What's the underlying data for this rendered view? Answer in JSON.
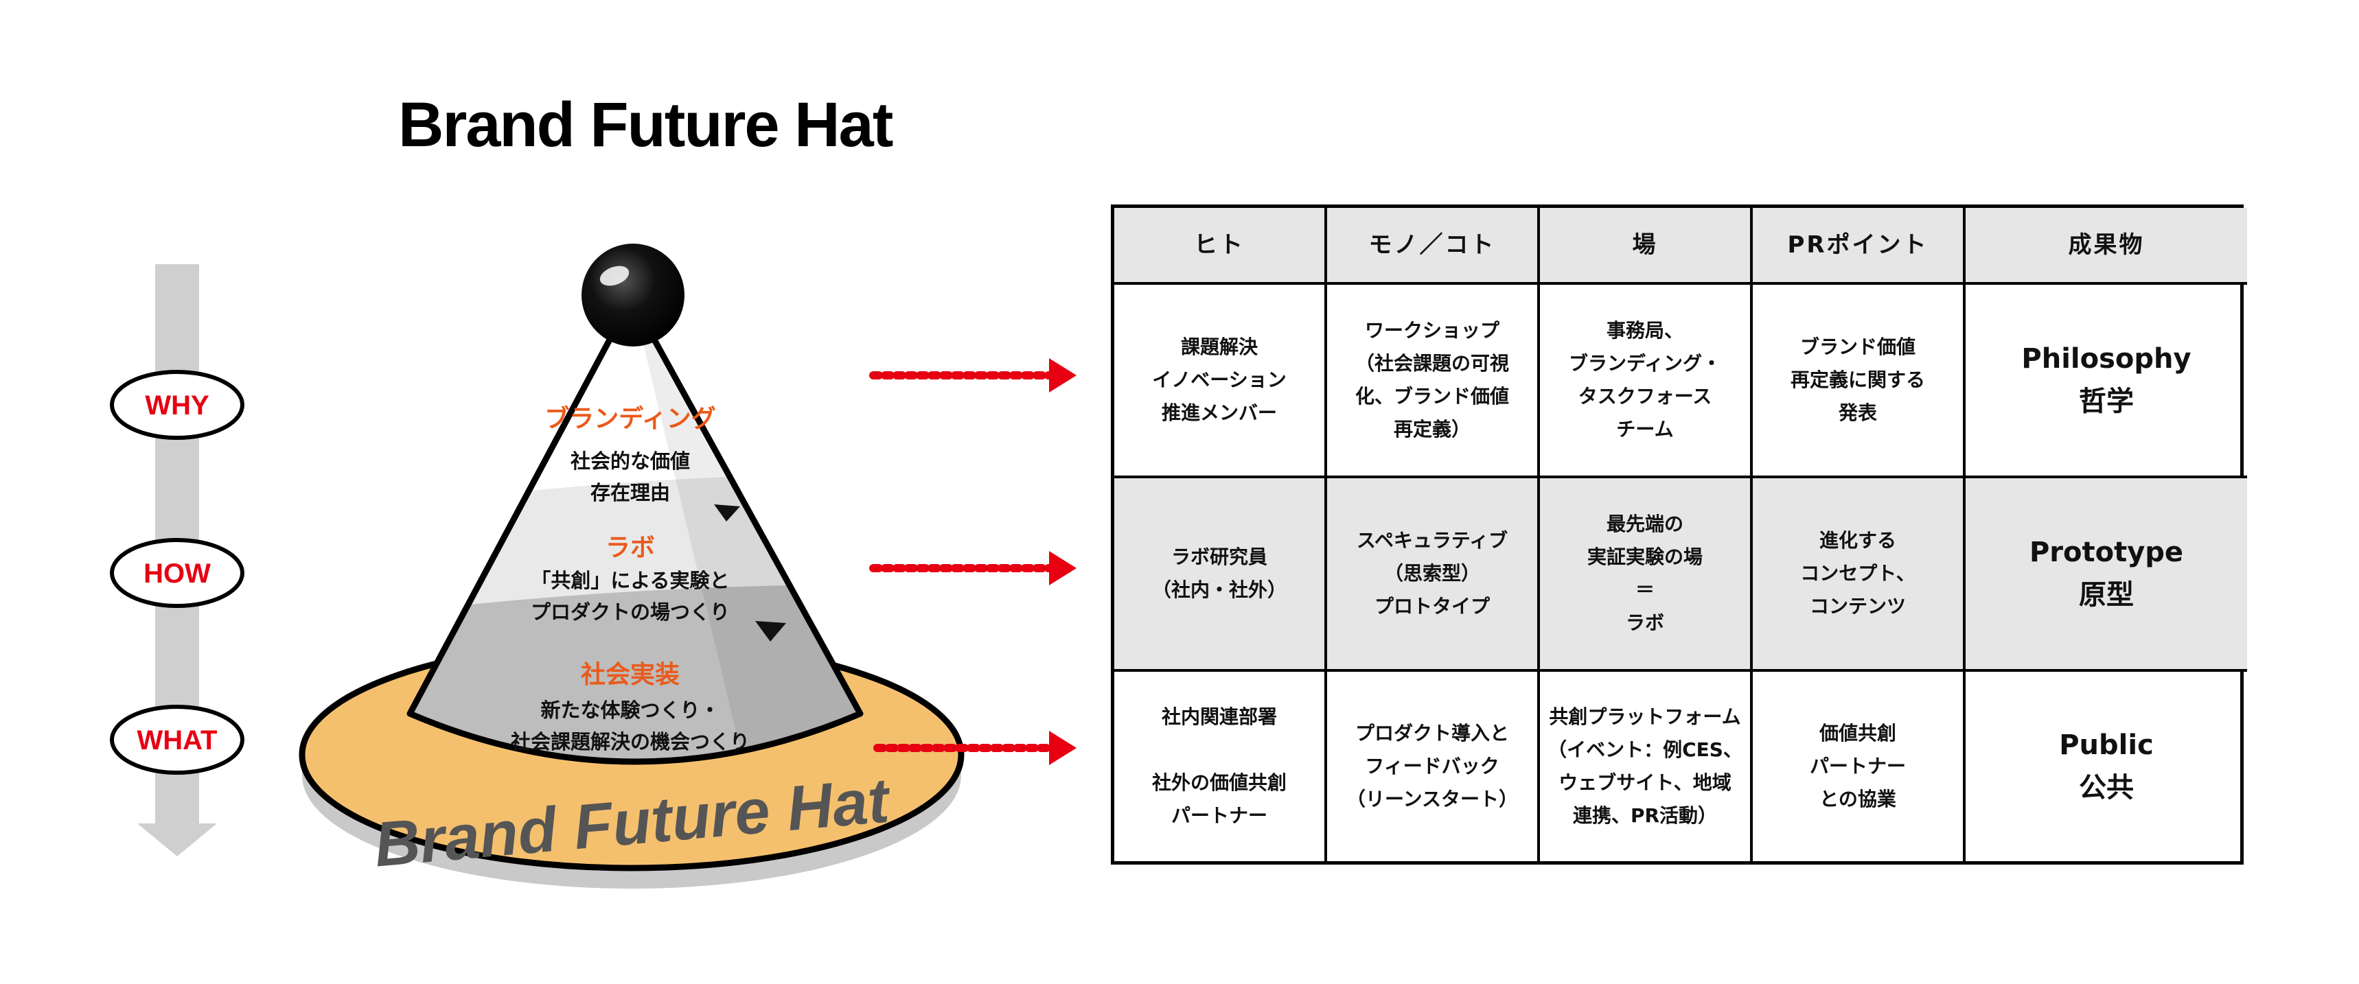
{
  "title": "Brand Future Hat",
  "colors": {
    "accent": "#e60012",
    "orange": "#ea5a1b",
    "brim": "#f5c06e",
    "arrow_gray": "#cfcfcf"
  },
  "levels": [
    {
      "label": "WHY"
    },
    {
      "label": "HOW"
    },
    {
      "label": "WHAT"
    }
  ],
  "hat": {
    "layers": [
      {
        "title": "ブランディング",
        "line1": "社会的な価値",
        "line2": "存在理由"
      },
      {
        "title": "ラボ",
        "line1": "「共創」による実験と",
        "line2": "プロダクトの場つくり"
      },
      {
        "title": "社会実装",
        "line1": "新たな体験つくり・",
        "line2": "社会課題解決の機会つくり"
      }
    ],
    "brim_text": "Brand Future Hat"
  },
  "table": {
    "headers": [
      "ヒト",
      "モノ／コト",
      "場",
      "PRポイント",
      "成果物"
    ],
    "rows": [
      [
        "課題解決\nイノベーション\n推進メンバー",
        "ワークショップ\n（社会課題の可視\n化、ブランド価値\n再定義）",
        "事務局、\nブランディング・\nタスクフォース\nチーム",
        "ブランド価値\n再定義に関する\n発表",
        "Philosophy\n哲学"
      ],
      [
        "ラボ研究員\n（社内・社外）",
        "スペキュラティブ\n（思索型）\nプロトタイプ",
        "最先端の\n実証実験の場\n＝\nラボ",
        "進化する\nコンセプト、\nコンテンツ",
        "Prototype\n原型"
      ],
      [
        "社内関連部署\n\n社外の価値共創\nパートナー",
        "プロダクト導入と\nフィードバック\n（リーンスタート）",
        "共創プラットフォーム\n（イベント：例CES、\nウェブサイト、地域\n連携、PR活動）",
        "価値共創\nパートナー\nとの協業",
        "Public\n公共"
      ]
    ]
  }
}
